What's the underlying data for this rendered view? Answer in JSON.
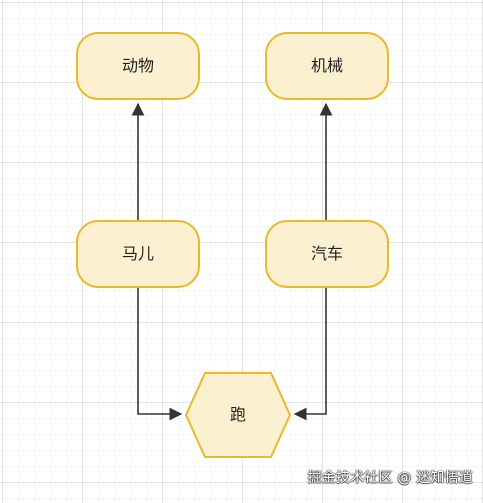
{
  "diagram": {
    "nodes": {
      "animal": "动物",
      "machine": "机械",
      "horse": "马儿",
      "car": "汽车",
      "run": "跑"
    },
    "colors": {
      "node_fill": "#fbf0cf",
      "node_border": "#e8b82d",
      "arrow": "#333333"
    }
  },
  "watermark": {
    "text": "掘金技术社区 @ 迷知悟道"
  }
}
